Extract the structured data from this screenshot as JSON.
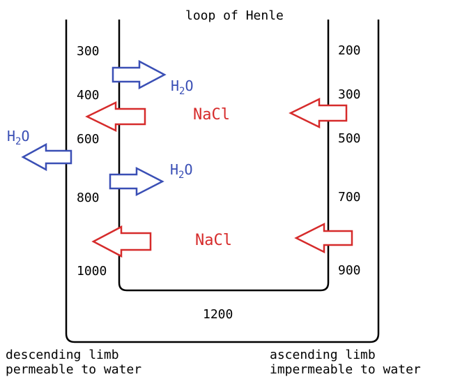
{
  "title": "loop of Henle",
  "descending_limb": {
    "values": [
      "300",
      "400",
      "600",
      "800",
      "1000"
    ],
    "caption_line1": "descending limb",
    "caption_line2": "permeable to water"
  },
  "ascending_limb": {
    "values": [
      "200",
      "300",
      "500",
      "700",
      "900"
    ],
    "caption_line1": "ascending limb",
    "caption_line2": "impermeable to water"
  },
  "bottom_value": "1200",
  "labels": {
    "water_main": "H",
    "water_sub": "2",
    "water_end": "O",
    "salt": "NaCl"
  },
  "colors": {
    "water": "#3a4fb5",
    "salt": "#d62b2b",
    "outline": "#000000"
  }
}
